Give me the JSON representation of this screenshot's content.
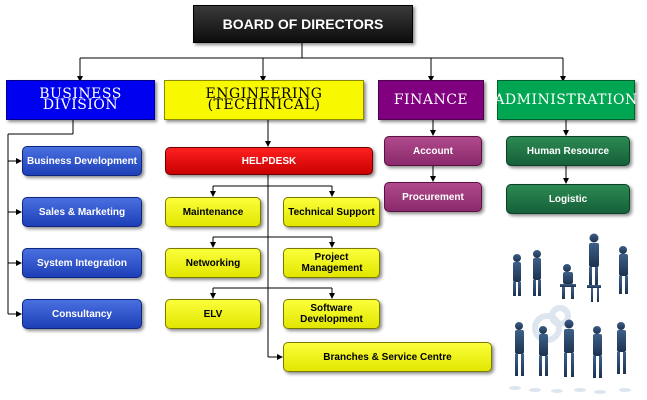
{
  "board": {
    "label": "BOARD OF DIRECTORS"
  },
  "divisions": {
    "business": {
      "label": "BUSINESS DIVISION",
      "items": [
        "Business Development",
        "Sales & Marketing",
        "System Integration",
        "Consultancy"
      ]
    },
    "engineering": {
      "label": "ENGINEERING (TECHINICAL)",
      "helpdesk": "HELPDESK",
      "items": [
        "Maintenance",
        "Technical Support",
        "Networking",
        "Project Management",
        "ELV",
        "Software Development",
        "Branches & Service Centre"
      ]
    },
    "finance": {
      "label": "FINANCE",
      "items": [
        "Account",
        "Procurement"
      ]
    },
    "administration": {
      "label": "ADMINISTRATION",
      "items": [
        "Human Resource",
        "Logistic"
      ]
    }
  },
  "colors": {
    "board": "#1a1a1a",
    "business": "#0000ff",
    "engineering": "#ffff00",
    "finance": "#800080",
    "administration": "#00a651",
    "helpdesk": "#ff0000"
  }
}
